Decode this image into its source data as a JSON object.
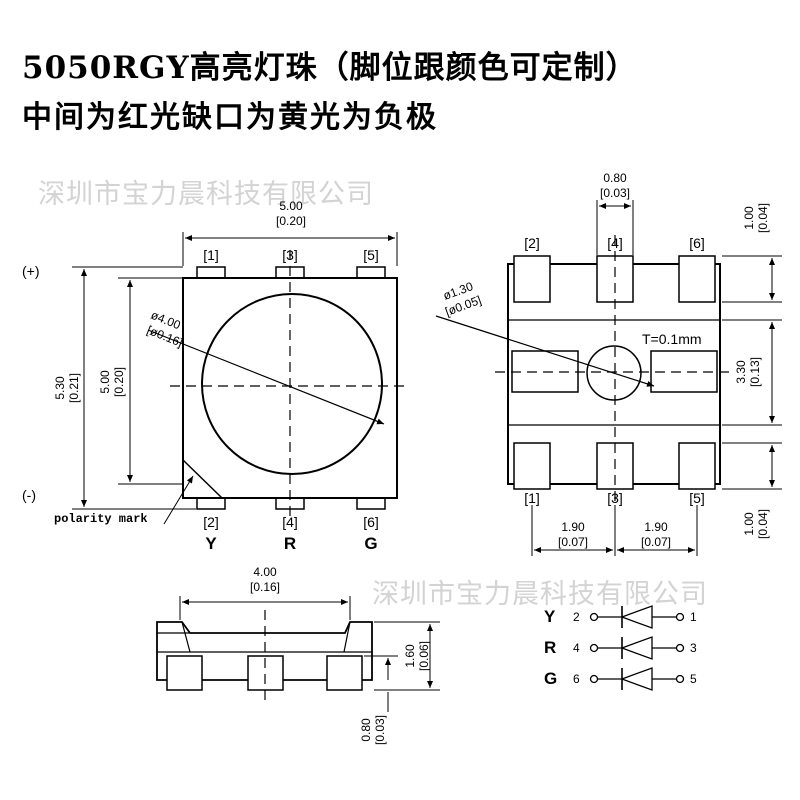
{
  "title": "5050RGY高亮灯珠（脚位跟颜色可定制）",
  "subtitle": "中间为红光缺口为黄光为负极",
  "watermark": "深圳市宝力晨科技有限公司",
  "top_view": {
    "width_dim": "5.00",
    "width_dim_in": "[0.20]",
    "height_outer_dim": "5.30",
    "height_outer_dim_in": "[0.21]",
    "height_inner_dim": "5.00",
    "height_inner_dim_in": "[0.20]",
    "lens_dim": "ø4.00",
    "lens_dim_in": "[ø0.16]",
    "plus_label": "(+)",
    "minus_label": "(-)",
    "polarity_label": "polarity mark",
    "top_pins": [
      "[1]",
      "[3]",
      "[5]"
    ],
    "bottom_pins": [
      "[2]",
      "[4]",
      "[6]"
    ],
    "colors": [
      "Y",
      "R",
      "G"
    ]
  },
  "bottom_view": {
    "pad_width_dim": "0.80",
    "pad_width_dim_in": "[0.03]",
    "hole_dim": "ø1.30",
    "hole_dim_in": "[ø0.05]",
    "thickness_label": "T=0.1mm",
    "top_pins": [
      "[2]",
      "[4]",
      "[6]"
    ],
    "bottom_pins": [
      "[1]",
      "[3]",
      "[5]"
    ],
    "pitch_left_dim": "1.90",
    "pitch_left_dim_in": "[0.07]",
    "pitch_right_dim": "1.90",
    "pitch_right_dim_in": "[0.07]",
    "pad_height_top_dim": "1.00",
    "pad_height_top_dim_in": "[0.04]",
    "center_gap_dim": "3.30",
    "center_gap_dim_in": "[0.13]",
    "pad_height_bottom_dim": "1.00",
    "pad_height_bottom_dim_in": "[0.04]"
  },
  "side_view": {
    "width_dim": "4.00",
    "width_dim_in": "[0.16]",
    "height_dim": "1.60",
    "height_dim_in": "[0.06]",
    "pad_dim": "0.80",
    "pad_dim_in": "[0.03]"
  },
  "schematic": {
    "rows": [
      {
        "color": "Y",
        "left_pin": "2",
        "right_pin": "1"
      },
      {
        "color": "R",
        "left_pin": "4",
        "right_pin": "3"
      },
      {
        "color": "G",
        "left_pin": "6",
        "right_pin": "5"
      }
    ]
  }
}
